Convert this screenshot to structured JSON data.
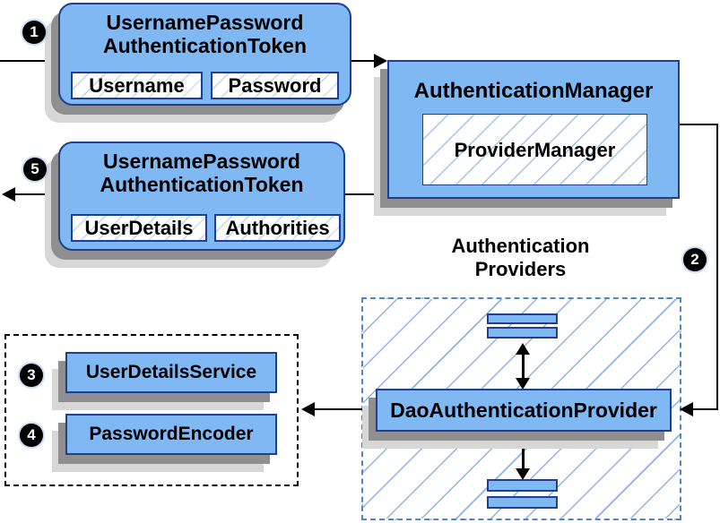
{
  "steps": {
    "s1": "1",
    "s2": "2",
    "s3": "3",
    "s4": "4",
    "s5": "5"
  },
  "request_token": {
    "title1": "UsernamePassword",
    "title2": "AuthenticationToken",
    "field1": "Username",
    "field2": "Password"
  },
  "manager": {
    "title": "AuthenticationManager",
    "inner": "ProviderManager"
  },
  "response_token": {
    "title1": "UsernamePassword",
    "title2": "AuthenticationToken",
    "field1": "UserDetails",
    "field2": "Authorities"
  },
  "providers": {
    "title1": "Authentication",
    "title2": "Providers",
    "dao": "DaoAuthenticationProvider"
  },
  "services": {
    "item1": "UserDetailsService",
    "item2": "PasswordEncoder"
  },
  "colors": {
    "node_fill": "#7fb8f2",
    "node_border": "#1d3f96",
    "hatch_fine": "#bcd4f5",
    "hatch_mid": "#9fc4ee",
    "hatch_large": "#8ab4e8",
    "dashed_border": "#4e86c8",
    "dotted_border": "#000000",
    "shadow_dark": "#8f8f8f",
    "shadow_light": "#d7d7d7",
    "connector": "#000000",
    "badge_bg": "#000000",
    "badge_fg": "#ffffff"
  }
}
